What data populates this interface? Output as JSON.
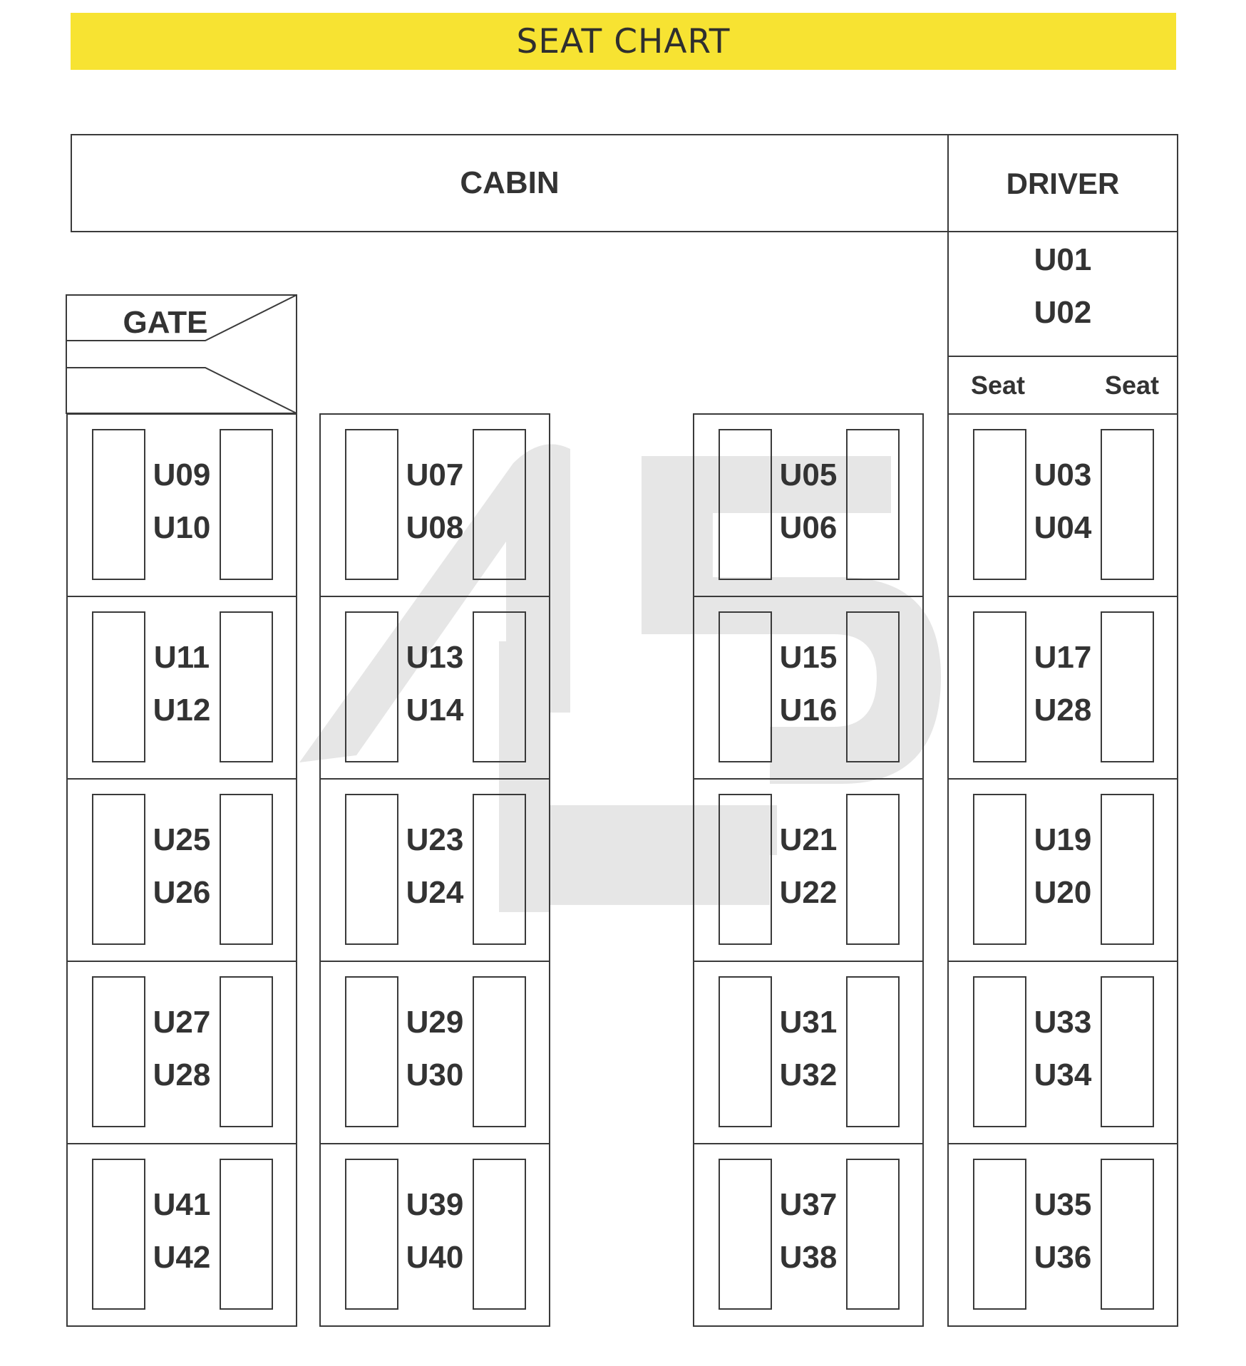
{
  "title": "SEAT CHART",
  "cabin_label": "CABIN",
  "driver_label": "DRIVER",
  "gate_label": "GATE",
  "seat_label_left": "Seat",
  "seat_label_right": "Seat",
  "driver_codes": [
    "U01",
    "U02"
  ],
  "columns": [
    {
      "id": "col-1",
      "cells": [
        [
          "U09",
          "U10"
        ],
        [
          "U11",
          "U12"
        ],
        [
          "U25",
          "U26"
        ],
        [
          "U27",
          "U28"
        ],
        [
          "U41",
          "U42"
        ]
      ]
    },
    {
      "id": "col-2",
      "cells": [
        [
          "U07",
          "U08"
        ],
        [
          "U13",
          "U14"
        ],
        [
          "U23",
          "U24"
        ],
        [
          "U29",
          "U30"
        ],
        [
          "U39",
          "U40"
        ]
      ]
    },
    {
      "id": "col-3",
      "cells": [
        [
          "U05",
          "U06"
        ],
        [
          "U15",
          "U16"
        ],
        [
          "U21",
          "U22"
        ],
        [
          "U31",
          "U32"
        ],
        [
          "U37",
          "U38"
        ]
      ]
    },
    {
      "id": "col-4",
      "cells": [
        [
          "U03",
          "U04"
        ],
        [
          "U17",
          "U28"
        ],
        [
          "U19",
          "U20"
        ],
        [
          "U33",
          "U34"
        ],
        [
          "U35",
          "U36"
        ]
      ]
    }
  ],
  "colors": {
    "banner": "#f7e332",
    "line": "#3a3a3a",
    "text": "#333333",
    "watermark": "#e6e6e6"
  }
}
